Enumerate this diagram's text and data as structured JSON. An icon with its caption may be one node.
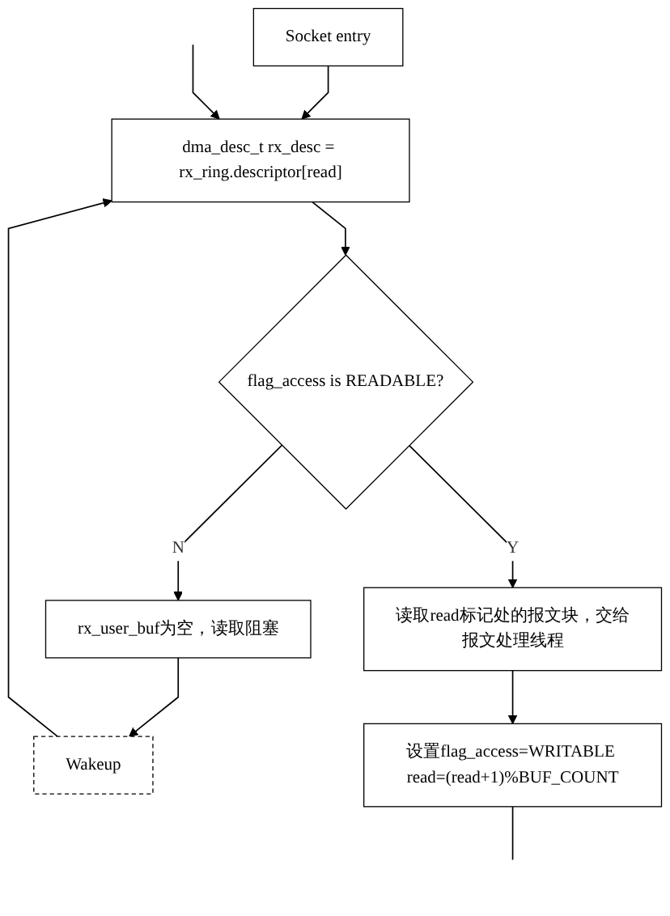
{
  "diagram": {
    "nodes": [
      {
        "text": [
          "Socket entry"
        ]
      },
      {
        "text": [
          "dma_desc_t rx_desc = rx_ring.descriptor[read]"
        ]
      },
      {
        "text": [
          "flag_access is READABLE?"
        ]
      },
      {
        "text": [
          "Wakeup"
        ]
      },
      {
        "text": [
          "rx_user_buf为空，读取阻塞"
        ]
      },
      {
        "text": [
          "读取read标记处的报文块，交给报文处理线程"
        ]
      },
      {
        "text": [
          "设置flag_access=WRITABLE read=(read+1)%BUF_COUNT"
        ]
      }
    ],
    "edges": [
      {
        "from": 0,
        "to": 1,
        "arrow": "to"
      },
      {
        "from": null,
        "to": 1,
        "arrow": "to"
      },
      {
        "from": 3,
        "to": 1,
        "arrow": "to"
      },
      {
        "from": 1,
        "to": 2,
        "arrow": "to"
      },
      {
        "from": 2,
        "to": 4,
        "arrow": "to",
        "label": "N"
      },
      {
        "from": 4,
        "to": 3,
        "arrow": "to"
      },
      {
        "from": 2,
        "to": 5,
        "arrow": "to",
        "label": "Y"
      },
      {
        "from": 5,
        "to": 6,
        "arrow": "to"
      },
      {
        "from": 6,
        "to": null,
        "arrow": "none"
      }
    ]
  }
}
